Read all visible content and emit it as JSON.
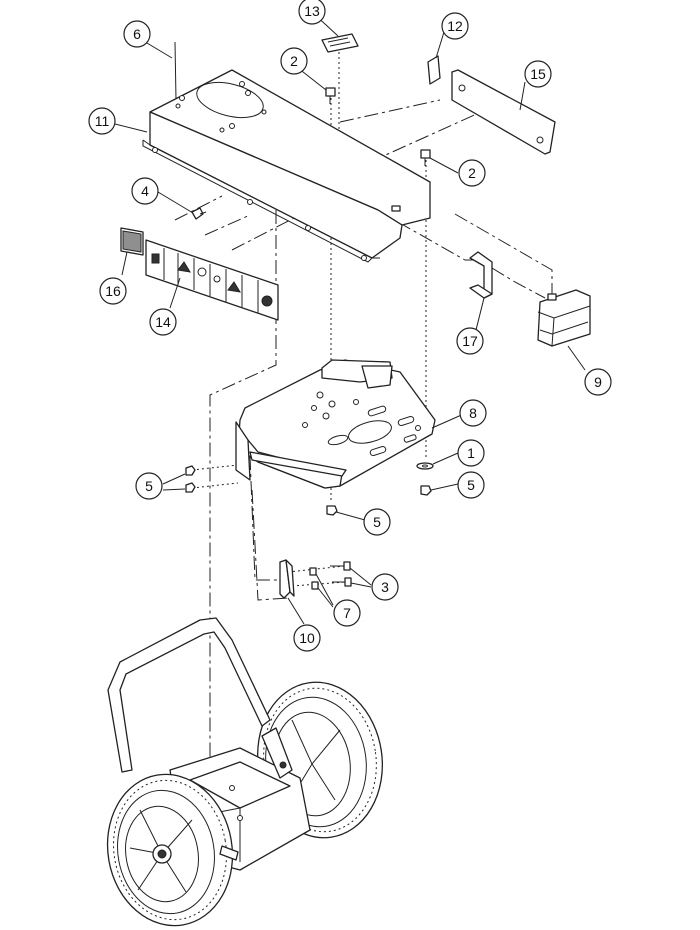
{
  "callouts": [
    {
      "id": "c1",
      "label": "1"
    },
    {
      "id": "c2a",
      "label": "2"
    },
    {
      "id": "c2b",
      "label": "2"
    },
    {
      "id": "c3",
      "label": "3"
    },
    {
      "id": "c4",
      "label": "4"
    },
    {
      "id": "c5a",
      "label": "5"
    },
    {
      "id": "c5b",
      "label": "5"
    },
    {
      "id": "c5c",
      "label": "5"
    },
    {
      "id": "c6",
      "label": "6"
    },
    {
      "id": "c7",
      "label": "7"
    },
    {
      "id": "c8",
      "label": "8"
    },
    {
      "id": "c9",
      "label": "9"
    },
    {
      "id": "c10",
      "label": "10"
    },
    {
      "id": "c11",
      "label": "11"
    },
    {
      "id": "c12",
      "label": "12"
    },
    {
      "id": "c13",
      "label": "13"
    },
    {
      "id": "c14",
      "label": "14"
    },
    {
      "id": "c15",
      "label": "15"
    },
    {
      "id": "c16",
      "label": "16"
    },
    {
      "id": "c17",
      "label": "17"
    }
  ]
}
